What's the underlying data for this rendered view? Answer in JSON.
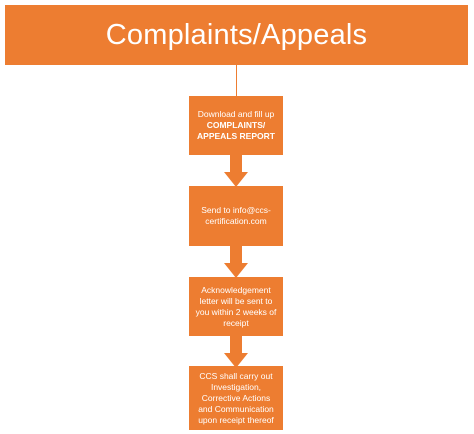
{
  "title": "Complaints/Appeals",
  "steps": [
    {
      "line1": "Download and fill up",
      "bold1": "COMPLAINTS/",
      "bold2": "APPEALS REPORT"
    },
    {
      "line1": "Send to info@ccs-",
      "line2": "certification.com"
    },
    {
      "line1": "Acknowledgement",
      "line2": "letter will be sent to",
      "line3": "you within 2 weeks of",
      "line4": "receipt"
    },
    {
      "line1": "CCS shall carry out",
      "line2": "Investigation,",
      "line3": "Corrective Actions",
      "line4": "and Communication",
      "line5": "upon receipt thereof"
    }
  ],
  "colors": {
    "accent": "#ED7D31",
    "text": "#FFFFFF"
  }
}
